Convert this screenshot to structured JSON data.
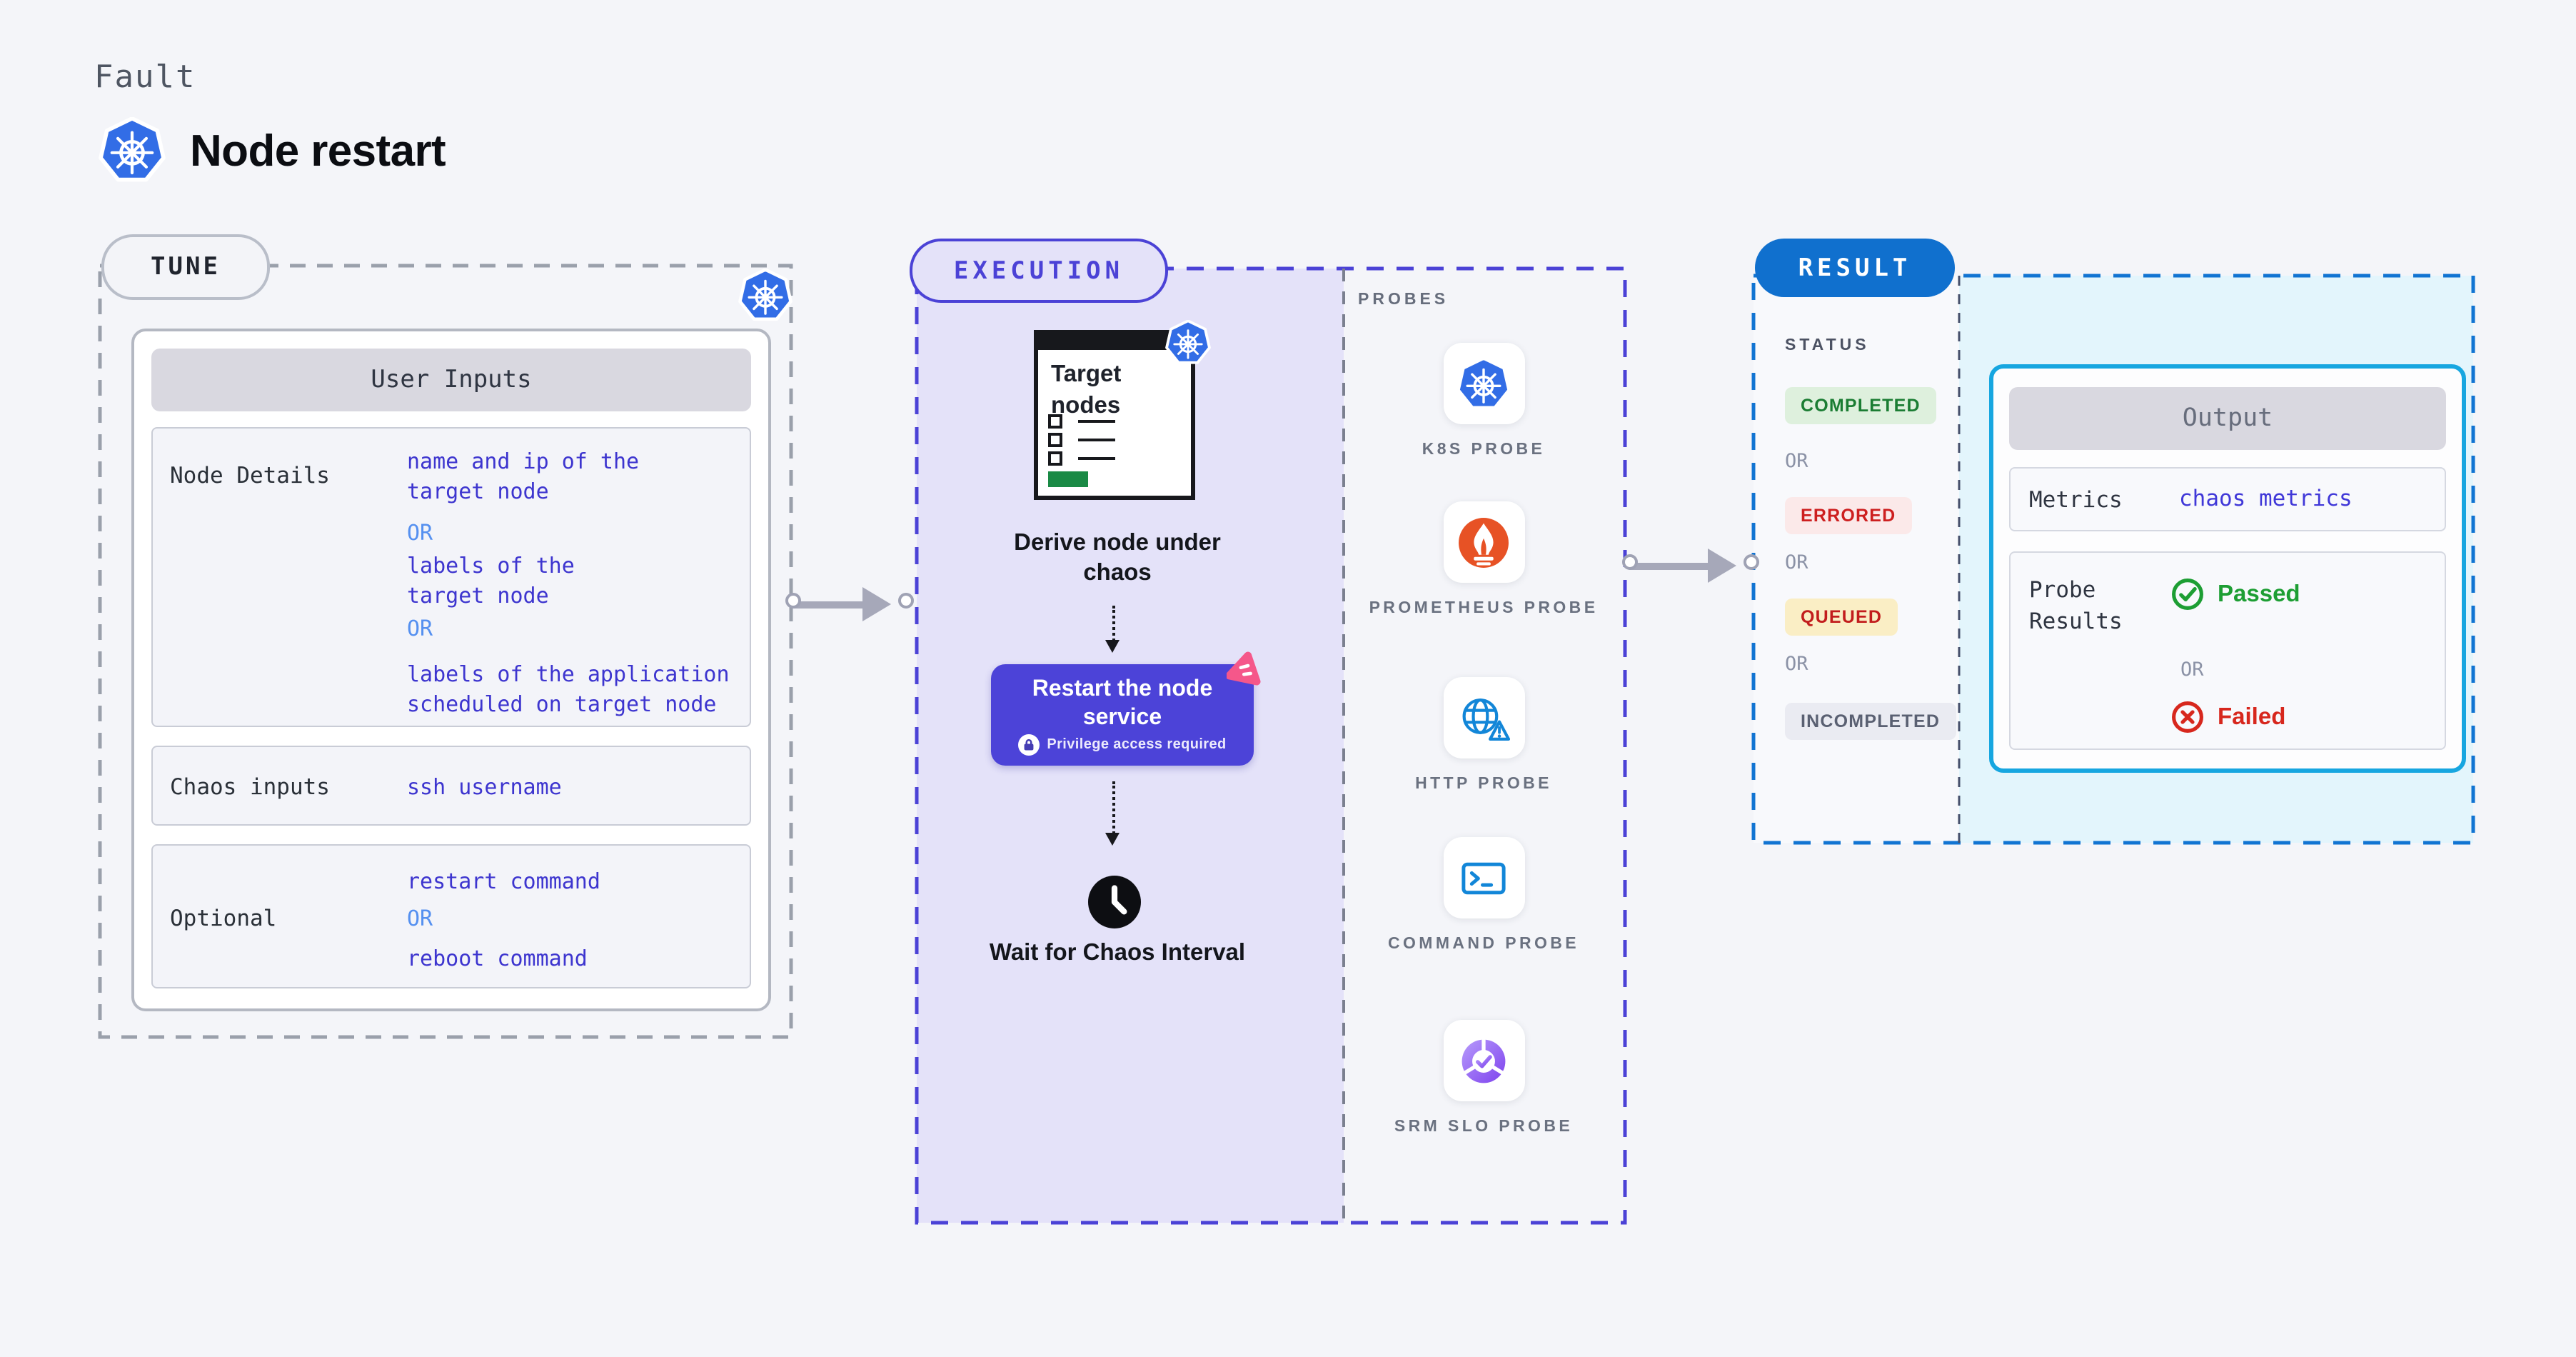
{
  "header": {
    "kicker": "Fault",
    "title": "Node restart"
  },
  "tune": {
    "label": "TUNE",
    "table_header": "User Inputs",
    "node_details": {
      "label": "Node Details",
      "value1": "name and ip of the target node",
      "or1": "OR",
      "value2": "labels of the target node",
      "or2": "OR",
      "value3": "labels of the application scheduled on target node"
    },
    "chaos_inputs": {
      "label": "Chaos inputs",
      "value": "ssh username"
    },
    "optional": {
      "label": "Optional",
      "value1": "restart command",
      "or": "OR",
      "value2": "reboot command"
    }
  },
  "execution": {
    "label": "EXECUTION",
    "clipboard_title": "Target nodes",
    "derive_caption": "Derive node under chaos",
    "restart_title": "Restart the node service",
    "restart_note": "Privilege access required",
    "wait_caption": "Wait for Chaos Interval",
    "probes_label": "PROBES",
    "probes": [
      {
        "name": "K8S PROBE",
        "icon": "kubernetes-icon"
      },
      {
        "name": "PROMETHEUS PROBE",
        "icon": "prometheus-flame-icon"
      },
      {
        "name": "HTTP PROBE",
        "icon": "globe-warning-icon"
      },
      {
        "name": "COMMAND PROBE",
        "icon": "terminal-icon"
      },
      {
        "name": "SRM SLO PROBE",
        "icon": "slo-donut-check-icon"
      }
    ]
  },
  "result": {
    "label": "RESULT",
    "status_label": "STATUS",
    "or": "OR",
    "statuses": [
      {
        "text": "COMPLETED",
        "fg": "#1b7d33",
        "bg": "#def0dd"
      },
      {
        "text": "ERRORED",
        "fg": "#cd1f1f",
        "bg": "#fbe9e9"
      },
      {
        "text": "QUEUED",
        "fg": "#c21d1d",
        "bg": "#faeec5"
      },
      {
        "text": "INCOMPLETED",
        "fg": "#5a6072",
        "bg": "#eaebf2"
      }
    ],
    "output": {
      "header": "Output",
      "metrics_label": "Metrics",
      "metrics_value": "chaos metrics",
      "probe_results_label": "Probe Results",
      "passed": "Passed",
      "or": "OR",
      "failed": "Failed"
    }
  },
  "colors": {
    "page_bg": "#f4f5f9",
    "value_blue": "#3d35cf",
    "or_light_blue": "#5590f0",
    "indigo_accent": "#4b42d6",
    "lavender_fill": "#e4e2f9",
    "result_blue": "#1070ce",
    "cyan_fill": "#e3f5fc",
    "output_border": "#17a6e0",
    "passed_green": "#1d9e33",
    "failed_red": "#d7271d",
    "button_indigo": "#4c43d8",
    "chaos_pink": "#f5578a",
    "k8s_blue": "#326de6",
    "prometheus_orange": "#e75225",
    "arrow_gray": "#a6a8b9"
  }
}
